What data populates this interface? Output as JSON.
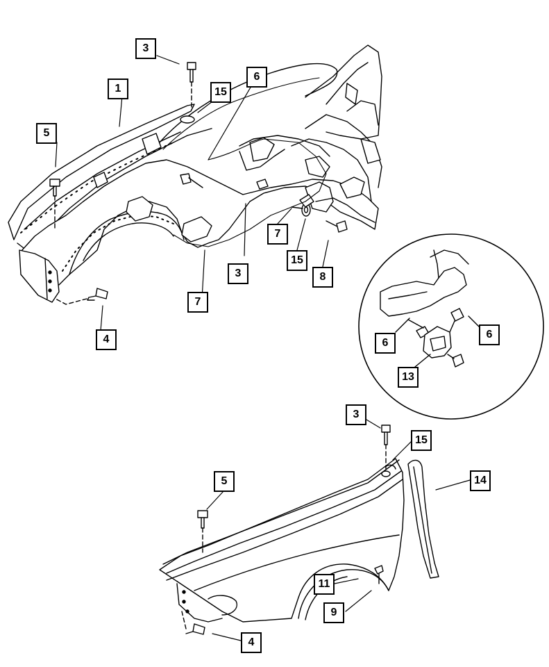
{
  "diagram": {
    "line_color": "#000000",
    "background": "#ffffff",
    "callouts": {
      "c1": "1",
      "c3a": "3",
      "c5a": "5",
      "c15a": "15",
      "c6a": "6",
      "c7a": "7",
      "c15b": "15",
      "c3b": "3",
      "c8": "8",
      "c7b": "7",
      "c4a": "4",
      "c6b": "6",
      "c6c": "6",
      "c13": "13",
      "c3c": "3",
      "c15c": "15",
      "c5b": "5",
      "c14": "14",
      "c11": "11",
      "c9": "9",
      "c4b": "4"
    }
  }
}
